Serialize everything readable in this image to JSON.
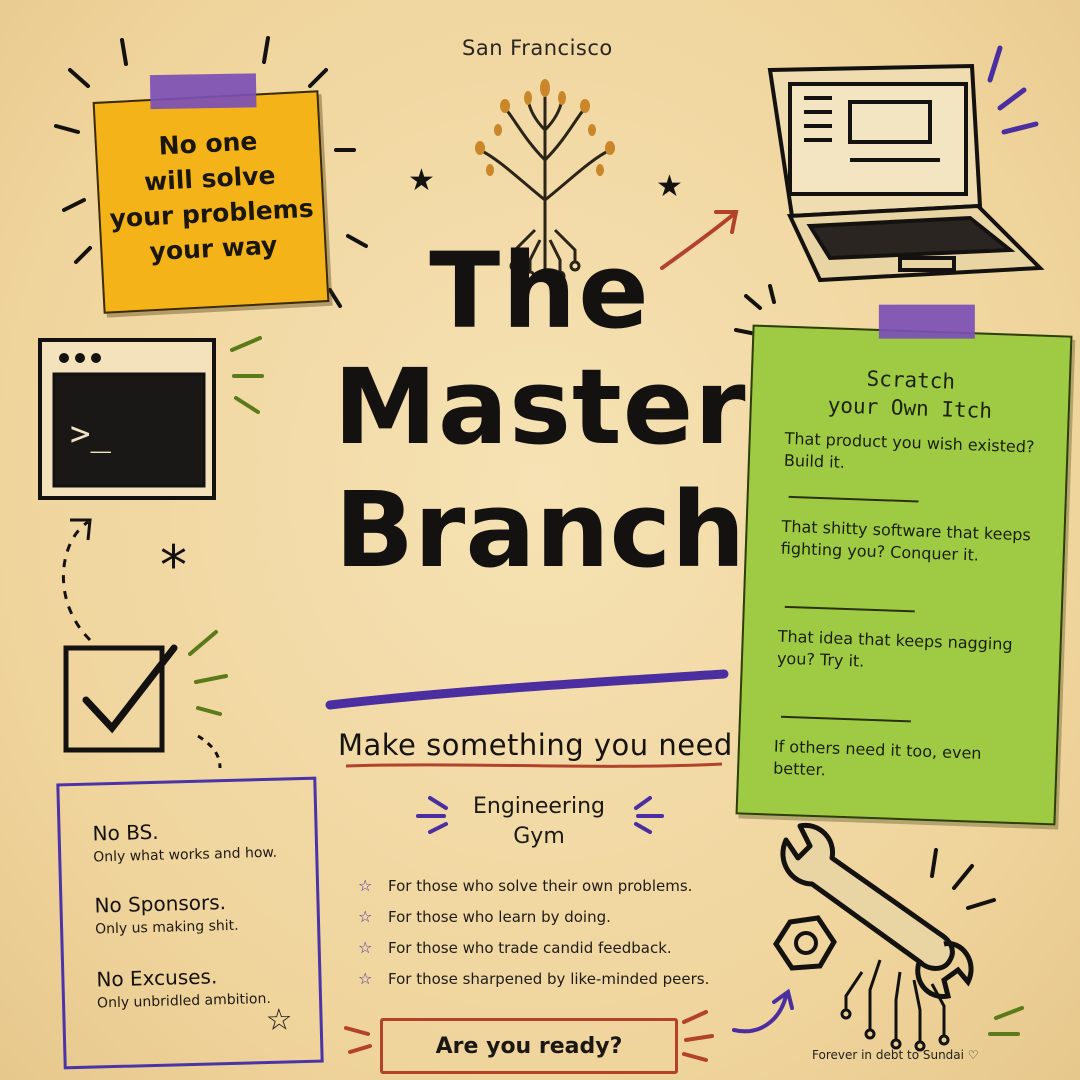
{
  "location": "San Francisco",
  "sticky_note": {
    "lines": [
      "No one",
      "will solve",
      "your problems",
      "your way"
    ]
  },
  "title": {
    "line1": "The",
    "line2": "Master",
    "line3": "Branch"
  },
  "tagline": "Make something you need",
  "gym": {
    "title_line1": "Engineering",
    "title_line2": "Gym",
    "items": [
      "For those who solve their own problems.",
      "For those who learn by doing.",
      "For those who trade candid feedback.",
      "For those sharpened by like-minded peers."
    ]
  },
  "cta": "Are you ready?",
  "itch_note": {
    "heading_line1": "Scratch",
    "heading_line2": "your Own Itch",
    "items": [
      "That product you wish existed? Build it.",
      "That shitty software that keeps fighting you? Conquer it.",
      "That idea that keeps nagging you? Try it.",
      "If others need it too, even better."
    ]
  },
  "values_box": [
    {
      "head": "No BS.",
      "sub": "Only what works and how."
    },
    {
      "head": "No Sponsors.",
      "sub": "Only us making shit."
    },
    {
      "head": "No Excuses.",
      "sub": "Only unbridled ambition."
    }
  ],
  "credit": "Forever in debt to Sundai ♡",
  "icons": [
    "laptop-icon",
    "terminal-icon",
    "checkbox-icon",
    "tree-circuit-icon",
    "wrench-icon",
    "hex-nut-icon",
    "star-icon",
    "arrow-icon"
  ],
  "colors": {
    "paper": "#f1d9a4",
    "yellow_note": "#f5b31a",
    "green_note": "#9ecb43",
    "purple": "#4a34a8",
    "red": "#b2432a"
  }
}
